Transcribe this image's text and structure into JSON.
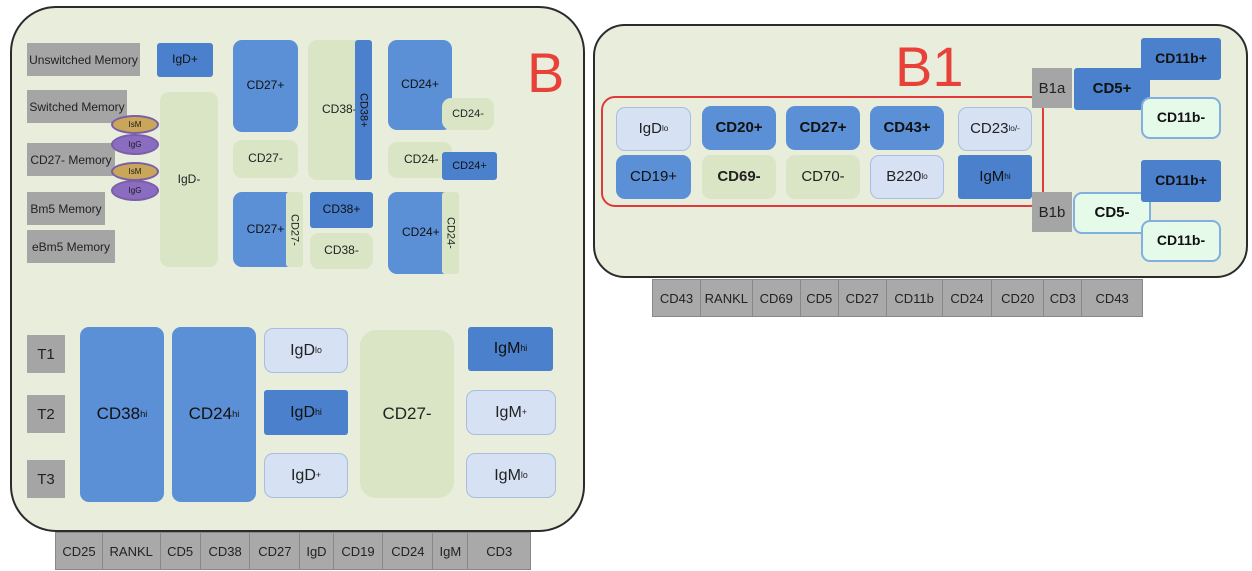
{
  "left": {
    "title": "B",
    "memory_types": [
      "Unswitched Memory",
      "Switched Memory",
      "CD27- Memory",
      "Bm5 Memory",
      "eBm5 Memory"
    ],
    "ovals": [
      "IsM",
      "IgG",
      "IsM",
      "IgG"
    ],
    "igd_plus": "IgD+",
    "igd_minus": "IgD-",
    "cd27_plus_a": "CD27+",
    "cd27_minus_a": "CD27-",
    "cd27_plus_b": "CD27+",
    "cd27_minus_b": "CD27-",
    "cd38_minus_a": "CD38-",
    "cd38_plus_a": "CD38+",
    "cd38_plus_b": "CD38+",
    "cd38_minus_b": "CD38-",
    "cd24_plus_a": "CD24+",
    "cd24_minus_a": "CD24-",
    "cd24_minus_b": "CD24-",
    "cd24_plus_b": "CD24+",
    "cd24_plus_c": "CD24+",
    "cd24_minus_c": "CD24-",
    "transitional": [
      "T1",
      "T2",
      "T3"
    ],
    "cd38hi": {
      "base": "CD38",
      "sup": "hi"
    },
    "cd24hi": {
      "base": "CD24",
      "sup": "hi"
    },
    "igd_lo": {
      "base": "IgD",
      "sup": "lo"
    },
    "igd_hi": {
      "base": "IgD",
      "sup": "hi"
    },
    "igd_p": {
      "base": "IgD",
      "sup": "+"
    },
    "cd27minus_t": "CD27-",
    "igm_hi": {
      "base": "IgM",
      "sup": "hi"
    },
    "igm_p": {
      "base": "IgM",
      "sup": "+"
    },
    "igm_lo": {
      "base": "IgM",
      "sup": "lo"
    },
    "axis": [
      "CD25",
      "RANKL",
      "CD5",
      "CD38",
      "CD27",
      "IgD",
      "CD19",
      "CD24",
      "IgM",
      "CD3"
    ]
  },
  "right": {
    "title": "B1",
    "row1": [
      {
        "base": "IgD",
        "sup": "lo"
      },
      {
        "base": "CD20+",
        "sup": ""
      },
      {
        "base": "CD27+",
        "sup": ""
      },
      {
        "base": "CD43+",
        "sup": ""
      },
      {
        "base": "CD23",
        "sup": "lo/-"
      }
    ],
    "row2": [
      {
        "base": "CD19+",
        "sup": ""
      },
      {
        "base": "CD69-",
        "sup": ""
      },
      {
        "base": "CD70-",
        "sup": ""
      },
      {
        "base": "B220",
        "sup": "lo"
      },
      {
        "base": "IgM",
        "sup": "hi"
      }
    ],
    "b1a": "B1a",
    "b1b": "B1b",
    "cd5_plus": "CD5+",
    "cd5_minus": "CD5-",
    "cd11b": [
      "CD11b+",
      "CD11b-",
      "CD11b+",
      "CD11b-"
    ],
    "axis": [
      "CD43",
      "RANKL",
      "CD69",
      "CD5",
      "CD27",
      "CD11b",
      "CD24",
      "CD20",
      "CD3",
      "CD43"
    ]
  },
  "colors": {
    "accent_title": "#e8413a",
    "panel": "#e8eedb",
    "blue": "#5b8fd6",
    "green": "#d9e5c5",
    "gray": "#a5a5a5"
  }
}
